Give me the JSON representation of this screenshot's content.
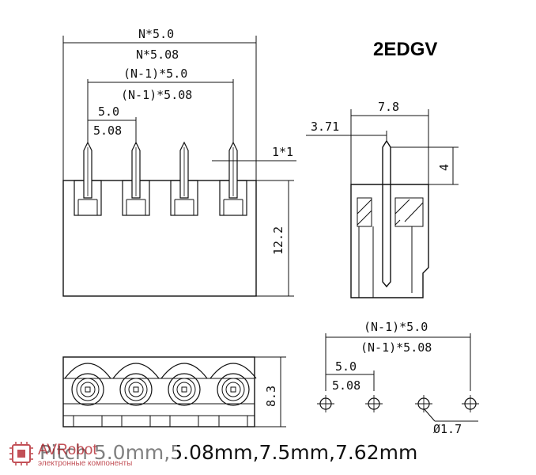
{
  "model": "2EDGV",
  "front_view": {
    "dim_total_50": "N*5.0",
    "dim_total_508": "N*5.08",
    "dim_span_50": "(N-1)*5.0",
    "dim_span_508": "(N-1)*5.08",
    "dim_pitch_50": "5.0",
    "dim_pitch_508": "5.08",
    "dim_pin_width": "1*1",
    "dim_body_height": "12.2"
  },
  "side_view": {
    "dim_width": "7.8",
    "dim_offset": "3.71",
    "dim_pin_height": "4"
  },
  "top_view": {
    "dim_depth": "8.3"
  },
  "pcb_layout": {
    "dim_span_50": "(N-1)*5.0",
    "dim_span_508": "(N-1)*5.08",
    "dim_pitch_50": "5.0",
    "dim_pitch_508": "5.08",
    "dim_hole": "Ø1.7"
  },
  "pitch_caption": "Pitch 5.0mm,5.08mm,7.5mm,7.62mm",
  "watermark": {
    "name": "AVRobot",
    "tagline": "электронные компоненты",
    "color": "#b8323a"
  }
}
